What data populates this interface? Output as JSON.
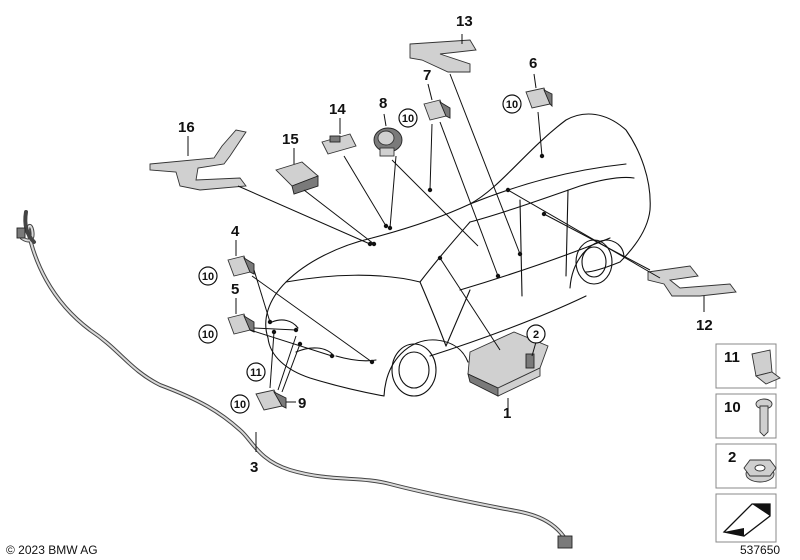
{
  "copyright": "© 2023 BMW AG",
  "diagram_id": "537650",
  "part_labels": {
    "p1": "1",
    "p2": "2",
    "p3": "3",
    "p4": "4",
    "p5": "5",
    "p6": "6",
    "p7": "7",
    "p8": "8",
    "p9": "9",
    "p10": "10",
    "p11": "11",
    "p12": "12",
    "p13": "13",
    "p14": "14",
    "p15": "15",
    "p16": "16"
  },
  "legend": [
    {
      "label": "11",
      "icon": "clip-nut-icon"
    },
    {
      "label": "10",
      "icon": "torx-bolt-icon"
    },
    {
      "label": "2",
      "icon": "hex-flange-nut-icon"
    },
    {
      "label": "",
      "icon": "arrow-symbol-icon"
    }
  ]
}
